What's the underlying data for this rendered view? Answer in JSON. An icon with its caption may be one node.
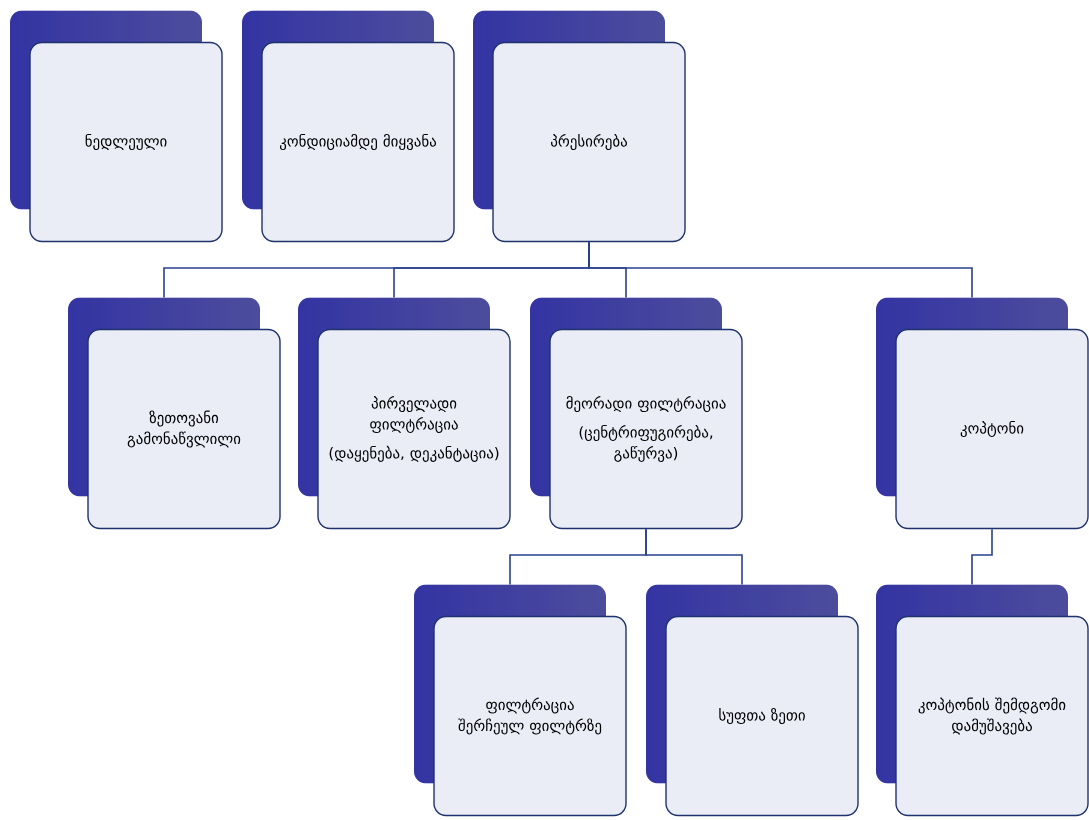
{
  "diagram": {
    "nodes": [
      {
        "text": [
          "ნედლეული"
        ]
      },
      {
        "text": [
          "კონდიციამდე მიყვანა"
        ]
      },
      {
        "text": [
          "პრესირება"
        ]
      },
      {
        "text": [
          "ზეთოვანი გამონაწვლილი"
        ]
      },
      {
        "text": [
          "პირველადი ფილტრაცია",
          "(დაყენება, დეკანტაცია)"
        ]
      },
      {
        "text": [
          "მეორადი ფილტრაცია",
          "(ცენტრიფუგირება, გაწურვა)"
        ]
      },
      {
        "text": [
          "კოპტონი"
        ]
      },
      {
        "text": [
          "ფილტრაცია შერჩეულ ფილტრზე"
        ]
      },
      {
        "text": [
          "სუფთა ზეთი"
        ]
      },
      {
        "text": [
          "კოპტონის შემდგომი დამუშავება"
        ]
      }
    ],
    "edges": [
      {
        "from": 2,
        "to": 3,
        "arrow": "none"
      },
      {
        "from": 2,
        "to": 4,
        "arrow": "none"
      },
      {
        "from": 2,
        "to": 5,
        "arrow": "none"
      },
      {
        "from": 2,
        "to": 6,
        "arrow": "none"
      },
      {
        "from": 5,
        "to": 7,
        "arrow": "none"
      },
      {
        "from": 5,
        "to": 8,
        "arrow": "none"
      },
      {
        "from": 6,
        "to": 9,
        "arrow": "none"
      }
    ]
  }
}
